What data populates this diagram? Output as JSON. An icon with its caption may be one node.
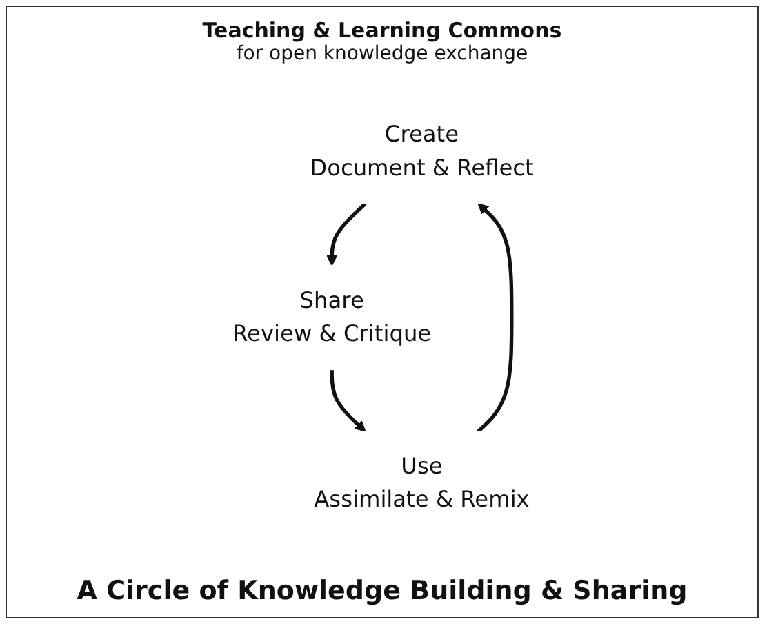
{
  "diagram": {
    "caption": "A Circle of Knowledge Building & Sharing",
    "nodes": [
      {
        "text": [
          "Create",
          "Document & Reflect"
        ]
      },
      {
        "text": [
          "Share",
          "Review & Critique"
        ]
      },
      {
        "text": [
          "Use",
          "Assimilate & Remix"
        ]
      }
    ],
    "edges": [
      {
        "from": 0,
        "to": 1,
        "arrow": "to"
      },
      {
        "from": 1,
        "to": 2,
        "arrow": "to"
      },
      {
        "from": 2,
        "to": 0,
        "arrow": "to"
      }
    ],
    "labels": [
      "Teaching & Learning Commons",
      "for open knowledge exchange"
    ]
  }
}
